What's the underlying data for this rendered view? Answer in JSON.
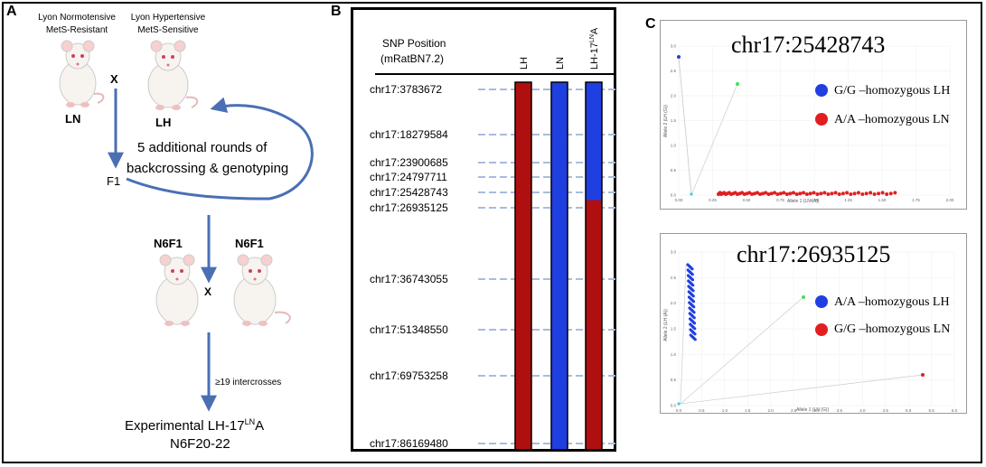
{
  "panelA": {
    "letter": "A",
    "parent_ln_line1": "Lyon Normotensive",
    "parent_ln_line2": "MetS-Resistant",
    "parent_lh_line1": "Lyon Hypertensive",
    "parent_lh_line2": "MetS-Sensitive",
    "cross_symbol": "X",
    "ln_label": "LN",
    "lh_label": "LH",
    "backcross_line1": "5 additional rounds of",
    "backcross_line2": "backcrossing & genotyping",
    "f1_label": "F1",
    "n6f1_left": "N6F1",
    "n6f1_right": "N6F1",
    "cross_symbol_2": "X",
    "intercross_label": "≥19 intercrosses",
    "final_line1_pre": "Experimental LH-17",
    "final_line1_sup": "LN",
    "final_line1_post": "A",
    "final_line2": "N6F20-22"
  },
  "panelB": {
    "letter": "B",
    "header_line1": "SNP Position",
    "header_line2": "(mRatBN7.2)",
    "columns": [
      {
        "label": "LH"
      },
      {
        "label": "LN"
      },
      {
        "label_pre": "LH-17",
        "label_sup": "LN",
        "label_post": "A"
      }
    ],
    "snps": [
      "chr17:3783672",
      "chr17:18279584",
      "chr17:23900685",
      "chr17:24797711",
      "chr17:25428743",
      "chr17:26935125",
      "chr17:36743055",
      "chr17:51348550",
      "chr17:69753258",
      "chr17:86169480"
    ],
    "colors": {
      "lh": "#b00f0f",
      "ln": "#1f3fe0"
    }
  },
  "panelC": {
    "letter": "C",
    "plot1": {
      "title": "chr17:25428743",
      "legend": [
        {
          "label": "G/G –homozygous LH",
          "color": "#1f3fe0"
        },
        {
          "label": "A/A –homozygous LN",
          "color": "#e02020"
        }
      ],
      "xlabel": "Allele 1 (LN (A))",
      "ylabel": "Allele 2 (LH (G))",
      "xticks": [
        "0.00",
        "0.25",
        "0.50",
        "0.75",
        "1.00",
        "1.25",
        "1.50",
        "1.75",
        "2.00"
      ],
      "yticks": [
        "0.0",
        "0.5",
        "1.0",
        "1.5",
        "2.0",
        "2.5",
        "3.0"
      ]
    },
    "plot2": {
      "title": "chr17:26935125",
      "legend": [
        {
          "label": "A/A –homozygous LH",
          "color": "#1f3fe0"
        },
        {
          "label": "G/G –homozygous LN",
          "color": "#e02020"
        }
      ],
      "xlabel": "Allele 1 (LN (G))",
      "ylabel": "Allele 2 (LH (A))",
      "xticks": [
        "0.0",
        "0.5",
        "1.0",
        "1.5",
        "2.0",
        "2.5",
        "3.0",
        "3.5",
        "4.0",
        "4.5",
        "5.0",
        "5.5",
        "6.0"
      ],
      "yticks": [
        "0.0",
        "0.5",
        "1.0",
        "1.5",
        "2.0",
        "2.5",
        "3.0"
      ]
    }
  }
}
